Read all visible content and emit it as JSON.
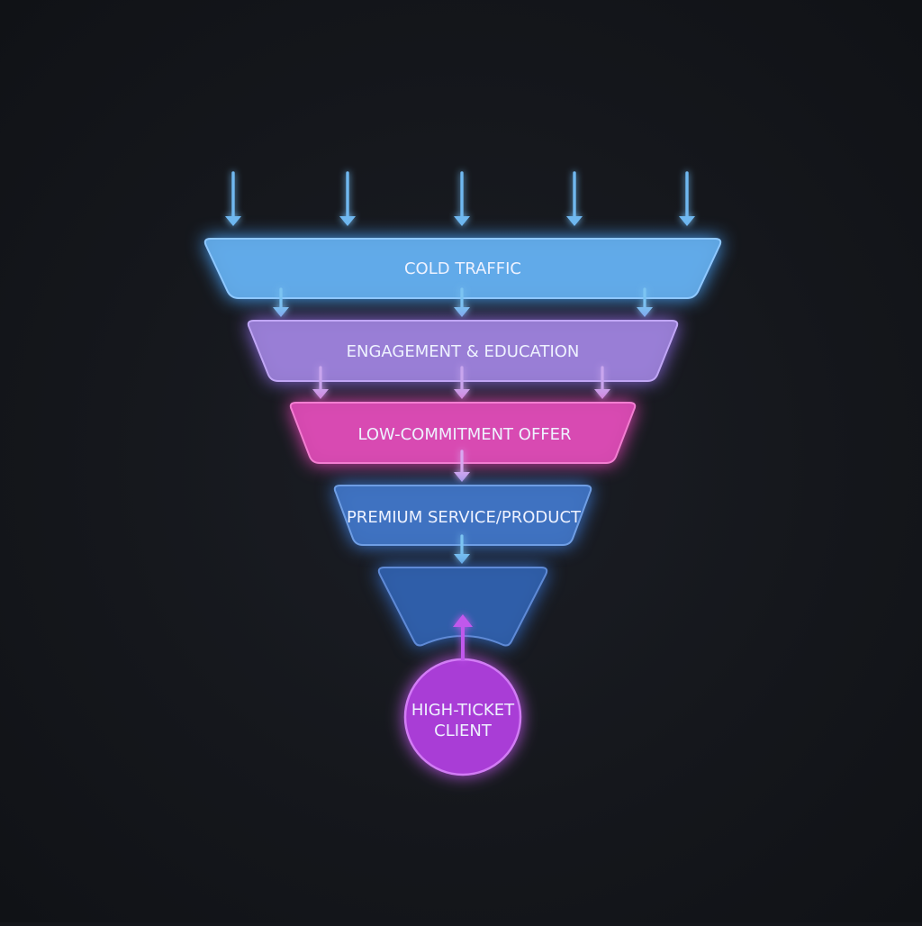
{
  "funnel": {
    "stages": [
      {
        "label": "COLD TRAFFIC",
        "fill": "#63abe8",
        "stroke": "#8fc8ff",
        "glow": "#4aa6ff"
      },
      {
        "label": "ENGAGEMENT & EDUCATION",
        "fill": "#9a7fd6",
        "stroke": "#c0a6f5",
        "glow": "#8f6de6"
      },
      {
        "label": "LOW-COMMITMENT OFFER",
        "fill": "#d84bb2",
        "stroke": "#f27ed1",
        "glow": "#e645b8"
      },
      {
        "label": "PREMIUM SERVICE/PRODUCT",
        "fill": "#3f72c0",
        "stroke": "#6f9ee4",
        "glow": "#3f7fe0"
      },
      {
        "label": "",
        "fill": "#2f5ea8",
        "stroke": "#5f8ad6",
        "glow": "#3570d0"
      }
    ],
    "result": {
      "line1": "HIGH-TICKET",
      "line2": "CLIENT",
      "fill": "#a93ed6",
      "stroke": "#d27cf5",
      "glow": "#b845f0"
    },
    "arrow_colors": {
      "top": "#6fb8f0",
      "level1": "#7cc4f2",
      "level2": "#c9a6ee",
      "level3": "#d8a8f0",
      "level4": "#7cc4f2",
      "up": "#c158ec"
    },
    "text_color": "#eef2ff"
  }
}
